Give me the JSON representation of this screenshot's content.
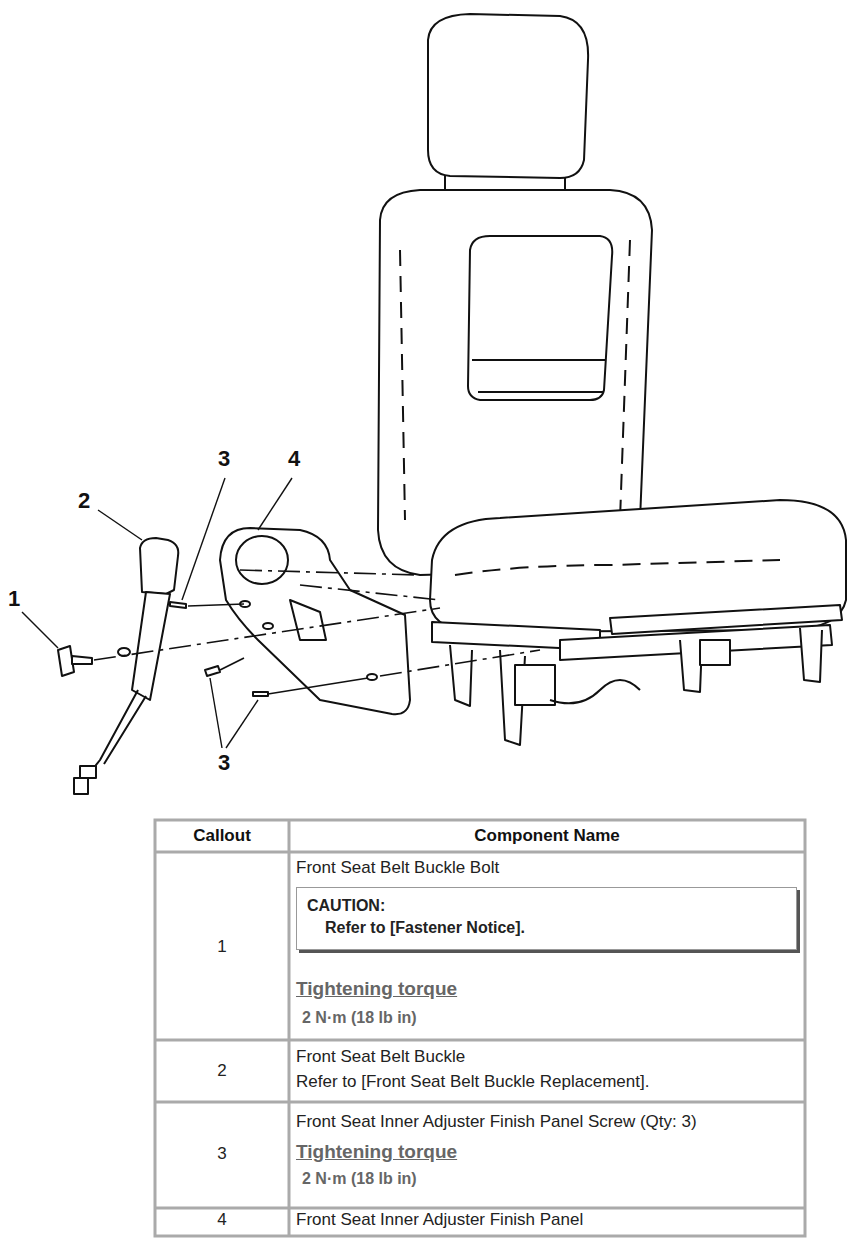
{
  "diagram": {
    "nodes": [
      {
        "text": [
          "CAUTION:",
          "Refer to [Fastener Notice]."
        ]
      }
    ],
    "labels": [
      "3",
      "4",
      "2",
      "1",
      "3",
      "Callout",
      "Component Name",
      "Front Seat Belt Buckle Bolt",
      "1",
      "Tightening torque",
      "2 N·m (18 lb in)",
      "2",
      "Front Seat Belt Buckle",
      "Refer to [Front Seat Belt Buckle Replacement].",
      "3",
      "Front Seat Inner Adjuster Finish Panel Screw (Qty: 3)",
      "Tightening torque",
      "2 N·m (18 lb in)",
      "4",
      "Front Seat Inner Adjuster Finish Panel"
    ]
  }
}
